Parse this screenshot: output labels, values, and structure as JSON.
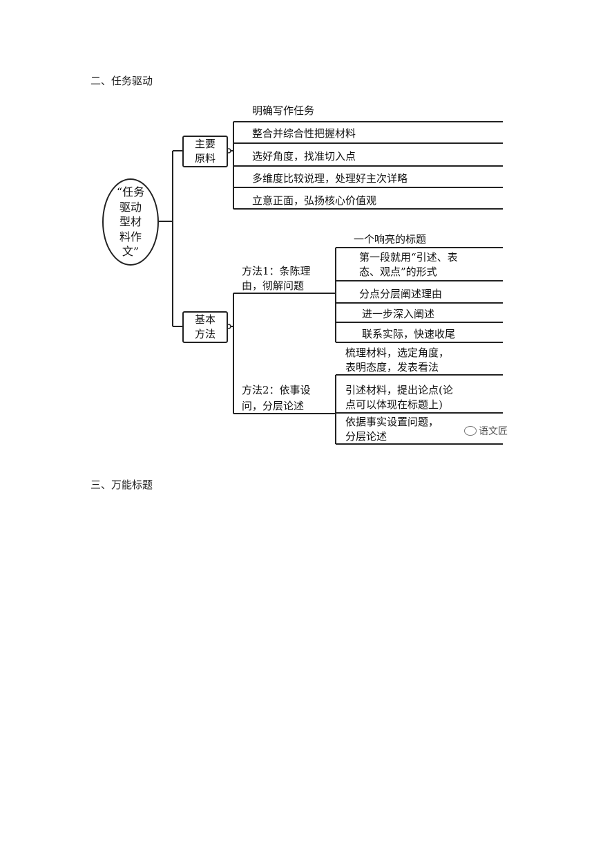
{
  "headings": {
    "section2": "二、任务驱动",
    "section3": "三、万能标题"
  },
  "diagram": {
    "root": "“任务\n驱动\n型材\n料作\n文”",
    "branch1": {
      "label": "主要\n原料",
      "items": [
        "明确写作任务",
        "整合并综合性把握材料",
        "选好角度，找准切入点",
        "多维度比较说理，处理好主次详略",
        "立意正面，弘扬核心价值观"
      ]
    },
    "branch2": {
      "label": "基本\n方法",
      "method1": {
        "label_line1": "方法1：条陈理",
        "label_line2": "由，彻解问题",
        "items": [
          "一个响亮的标题",
          "第一段就用“引述、表",
          "态、观点”的形式",
          "分点分层阐述理由",
          "进一步深入阐述",
          "联系实际，快速收尾"
        ]
      },
      "method2": {
        "label_line1": "方法2：依事设",
        "label_line2": "问，分层论述",
        "items": [
          "梳理材料，选定角度，",
          "表明态度，发表看法",
          "引述材料，提出论点(论",
          "点可以体现在标题上)",
          "依据事实设置问题，",
          "分层论述"
        ]
      }
    },
    "watermark": "语文匠"
  }
}
